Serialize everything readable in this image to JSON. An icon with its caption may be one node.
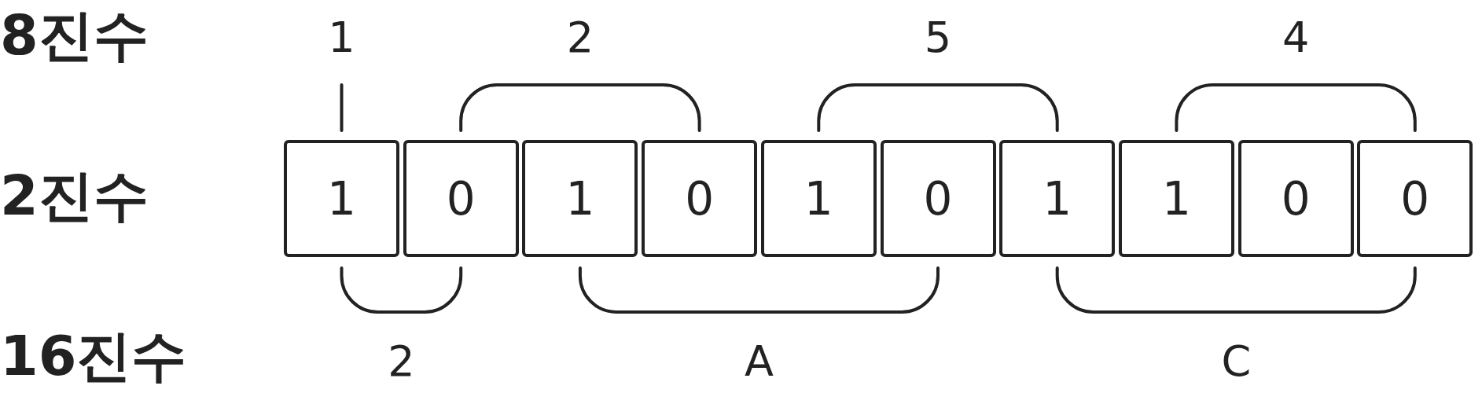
{
  "diagram": {
    "nodes": [
      {
        "text": [
          "1"
        ]
      },
      {
        "text": [
          "0"
        ]
      },
      {
        "text": [
          "1"
        ]
      },
      {
        "text": [
          "0"
        ]
      },
      {
        "text": [
          "1"
        ]
      },
      {
        "text": [
          "0"
        ]
      },
      {
        "text": [
          "1"
        ]
      },
      {
        "text": [
          "1"
        ]
      },
      {
        "text": [
          "0"
        ]
      },
      {
        "text": [
          "0"
        ]
      }
    ],
    "labels": [
      "8진수",
      "1",
      "2",
      "5",
      "4",
      "2진수",
      "16진수",
      "2",
      "A",
      "C"
    ]
  }
}
